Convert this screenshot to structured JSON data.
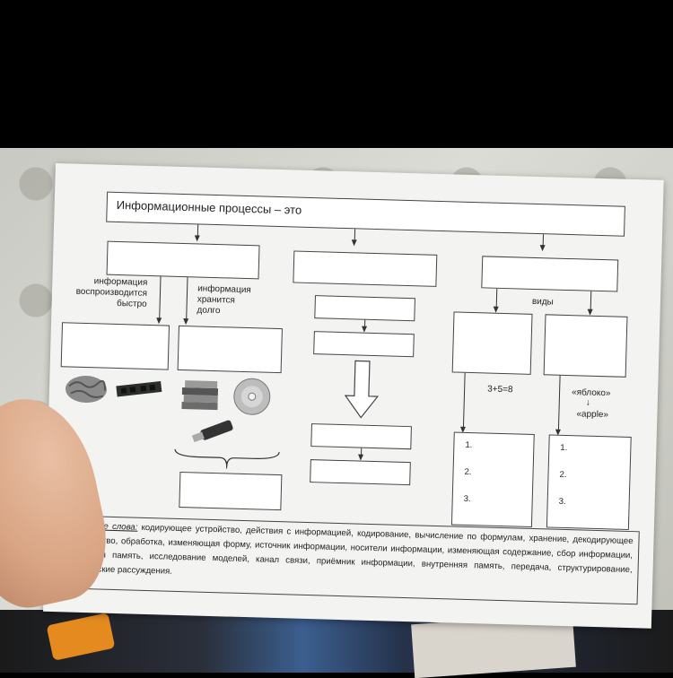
{
  "worksheet": {
    "title": "Информационные процессы – это",
    "left_branch": {
      "label_fast": [
        "информация",
        "воспроизводится",
        "быстро"
      ],
      "label_long": [
        "информация",
        "хранится",
        "долго"
      ]
    },
    "right_branch": {
      "kinds_label": "виды",
      "example_left": "3+5=8",
      "example_right_top": "«яблоко»",
      "example_right_arrow": "↓",
      "example_right_bottom": "«apple»",
      "list_left": [
        "1.",
        "2.",
        "3."
      ],
      "list_right": [
        "1.",
        "2.",
        "3."
      ]
    },
    "keywords": {
      "label": "Опорные слова:",
      "text": " кодирующее устройство, действия с информацией, кодирование, вычисление по формулам, хранение, декодирующее устройство, обработка, изменяющая форму, источник информации, носители информации, изменяющая содержание, сбор информации, внешняя память, исследование моделей, канал связи, приёмник информации, внутренняя память, передача, структурирование, логические рассуждения."
    },
    "icons": [
      "brain-icon",
      "memory-chip-icon",
      "books-icon",
      "cd-disc-icon",
      "usb-flash-drive-icon"
    ]
  }
}
